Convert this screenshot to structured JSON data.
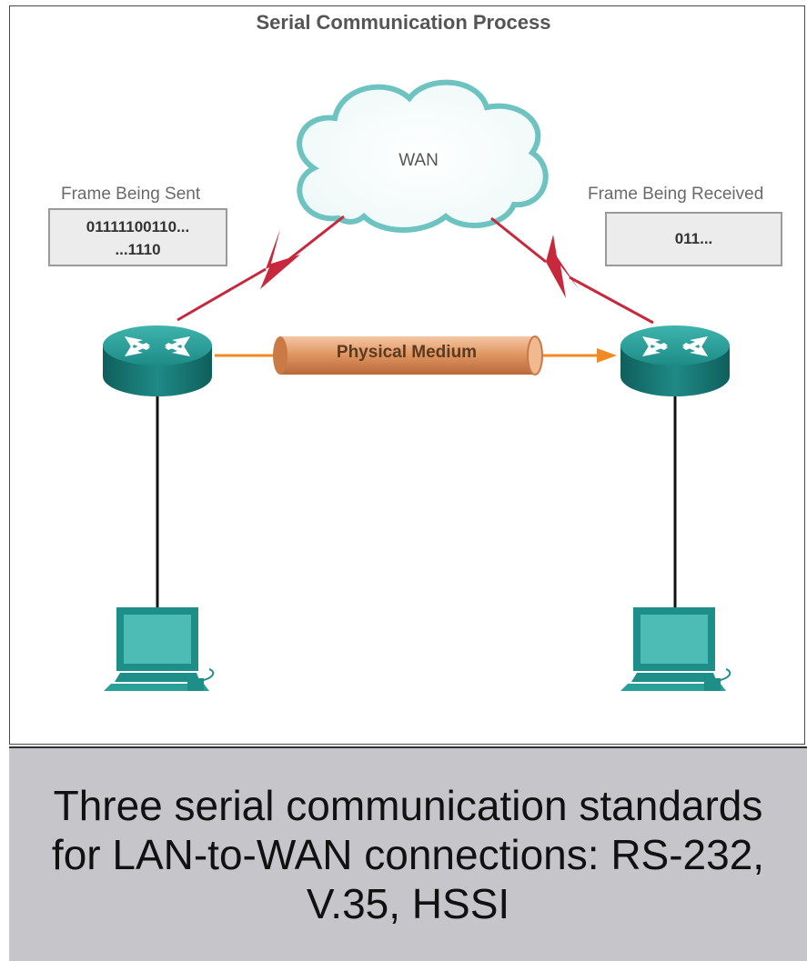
{
  "diagram": {
    "title": "Serial Communication Process",
    "cloud_label": "WAN",
    "sender": {
      "label": "Frame Being Sent",
      "bits_line1": "01111100110...",
      "bits_line2": "...1110"
    },
    "receiver": {
      "label": "Frame Being Received",
      "bits_line1": "011..."
    },
    "medium_label": "Physical Medium",
    "colors": {
      "router": "#1f8a86",
      "pc": "#2aa39b",
      "serial_link": "#c8283c",
      "medium_pipe": "#d8895a",
      "data_arrow": "#f08a24"
    }
  },
  "caption": {
    "text": "Three serial communication standards for LAN-to-WAN connections: RS-232, V.35, HSSI"
  }
}
